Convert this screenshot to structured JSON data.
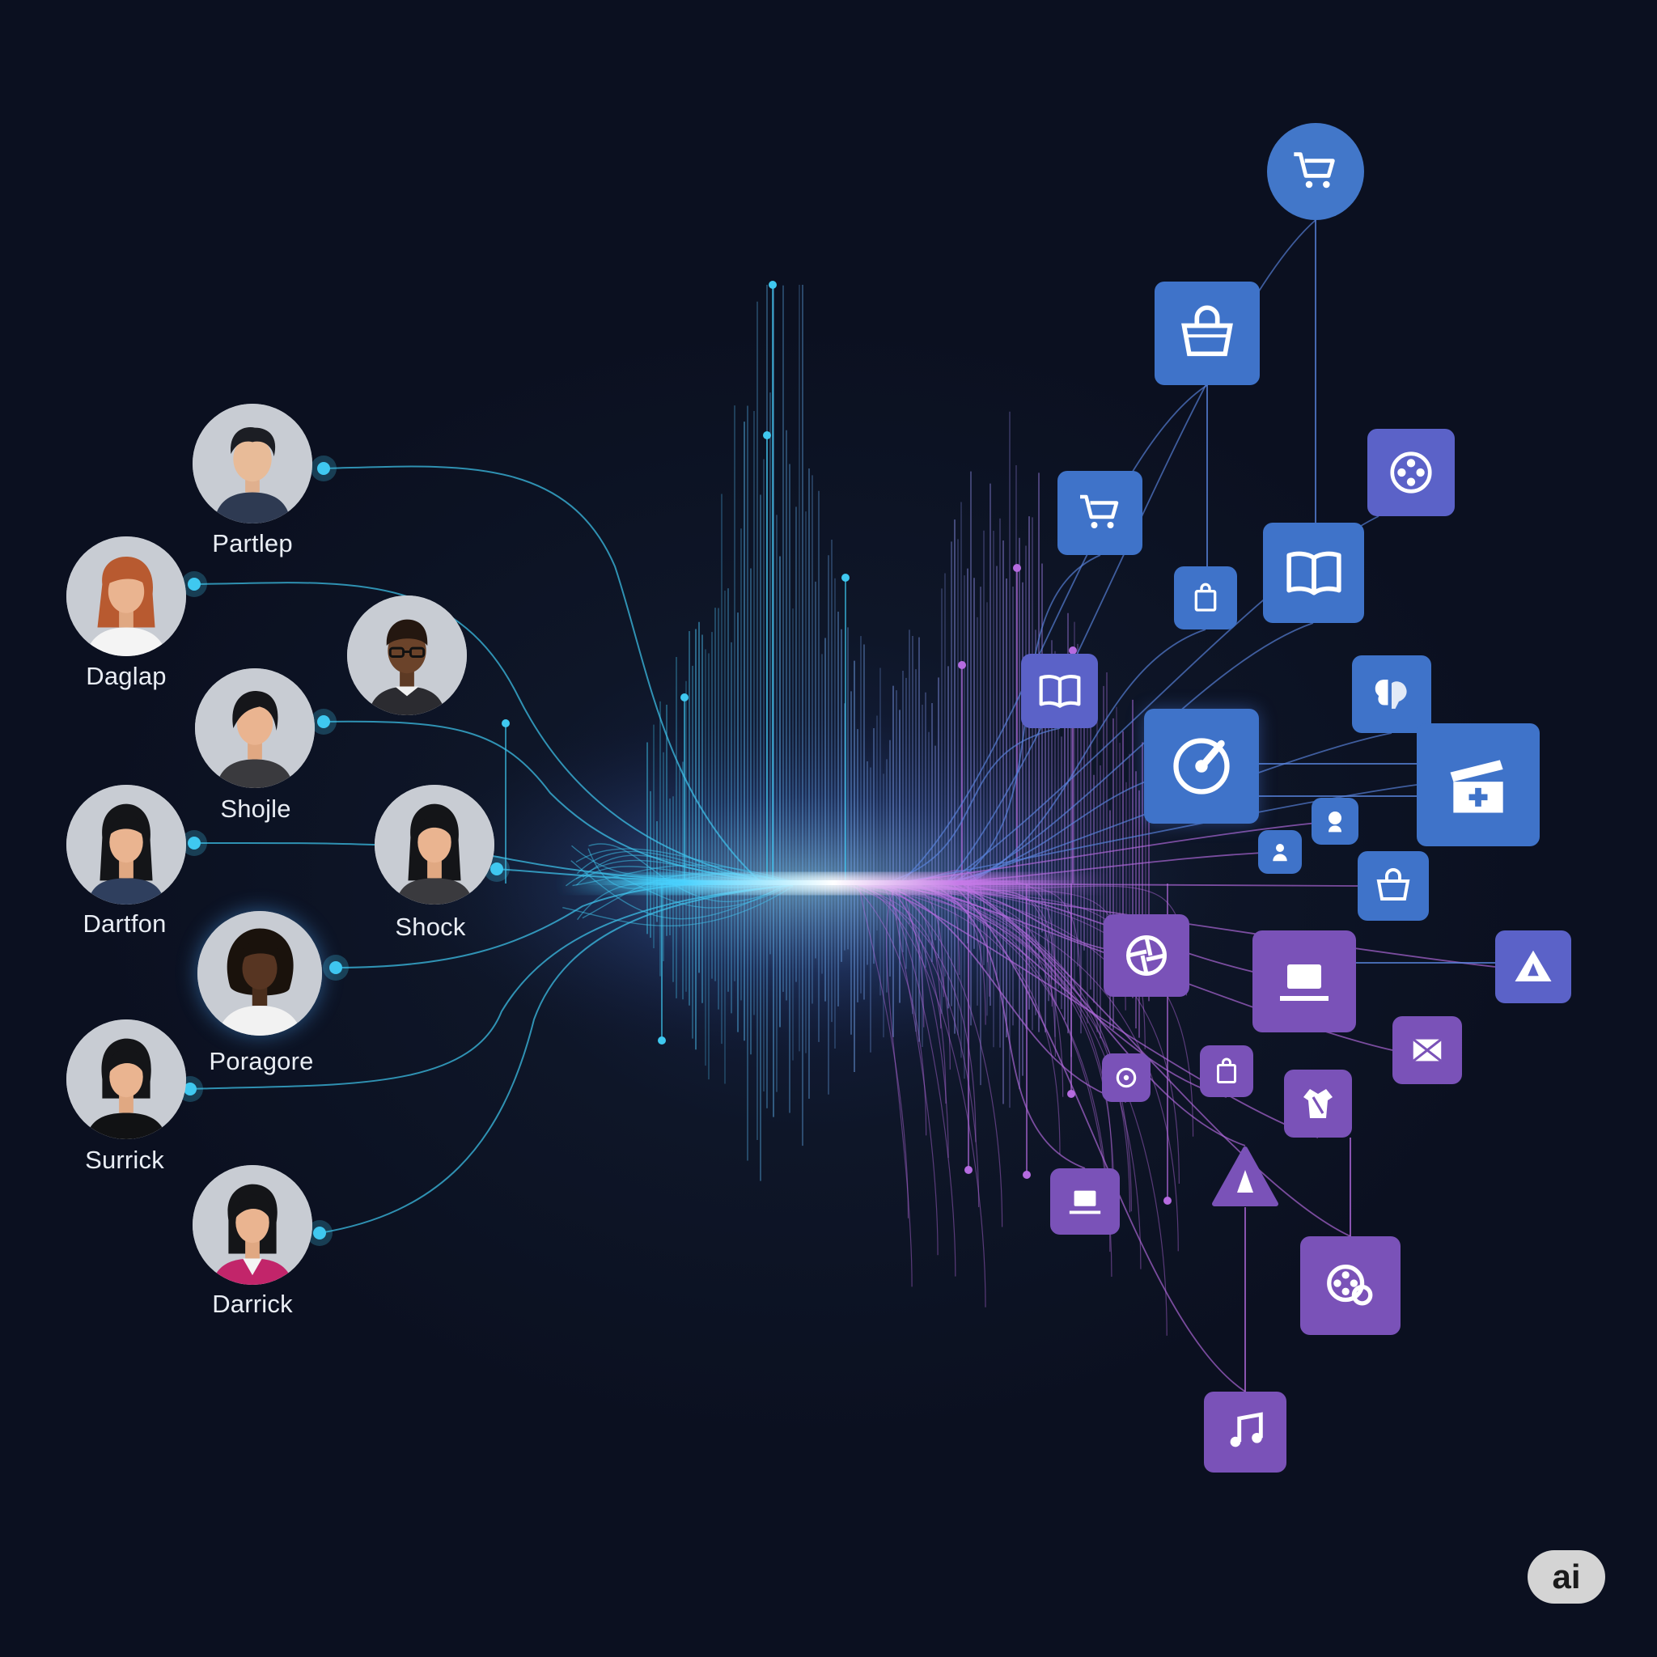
{
  "people": [
    {
      "name": "Partlep"
    },
    {
      "name": "Daglap"
    },
    {
      "name": ""
    },
    {
      "name": "Shojle"
    },
    {
      "name": "Dartfon"
    },
    {
      "name": "Shock"
    },
    {
      "name": "Poragore"
    },
    {
      "name": "Surrick"
    },
    {
      "name": "Darrick"
    }
  ],
  "apps": [
    "cart-icon",
    "shopping-bag-icon",
    "cart-icon",
    "film-reel-icon",
    "book-icon",
    "bag-icon",
    "book-icon",
    "brain-icon",
    "music-disc-icon",
    "clapperboard-icon",
    "user-icon",
    "head-icon",
    "bag-icon",
    "aperture-icon",
    "laptop-icon",
    "warning-icon",
    "disc-icon",
    "bag-icon",
    "shirt-icon",
    "image-icon",
    "laptop-icon",
    "warning-icon",
    "film-reel-icon",
    "music-note-icon"
  ],
  "colors": {
    "background": "#0b1120",
    "wire_left": "#3fc8f0",
    "wire_right": "#b56be0",
    "tile_blue": "#3f73c9",
    "tile_violet": "#7a52b8"
  },
  "badge": {
    "label": "ai"
  }
}
